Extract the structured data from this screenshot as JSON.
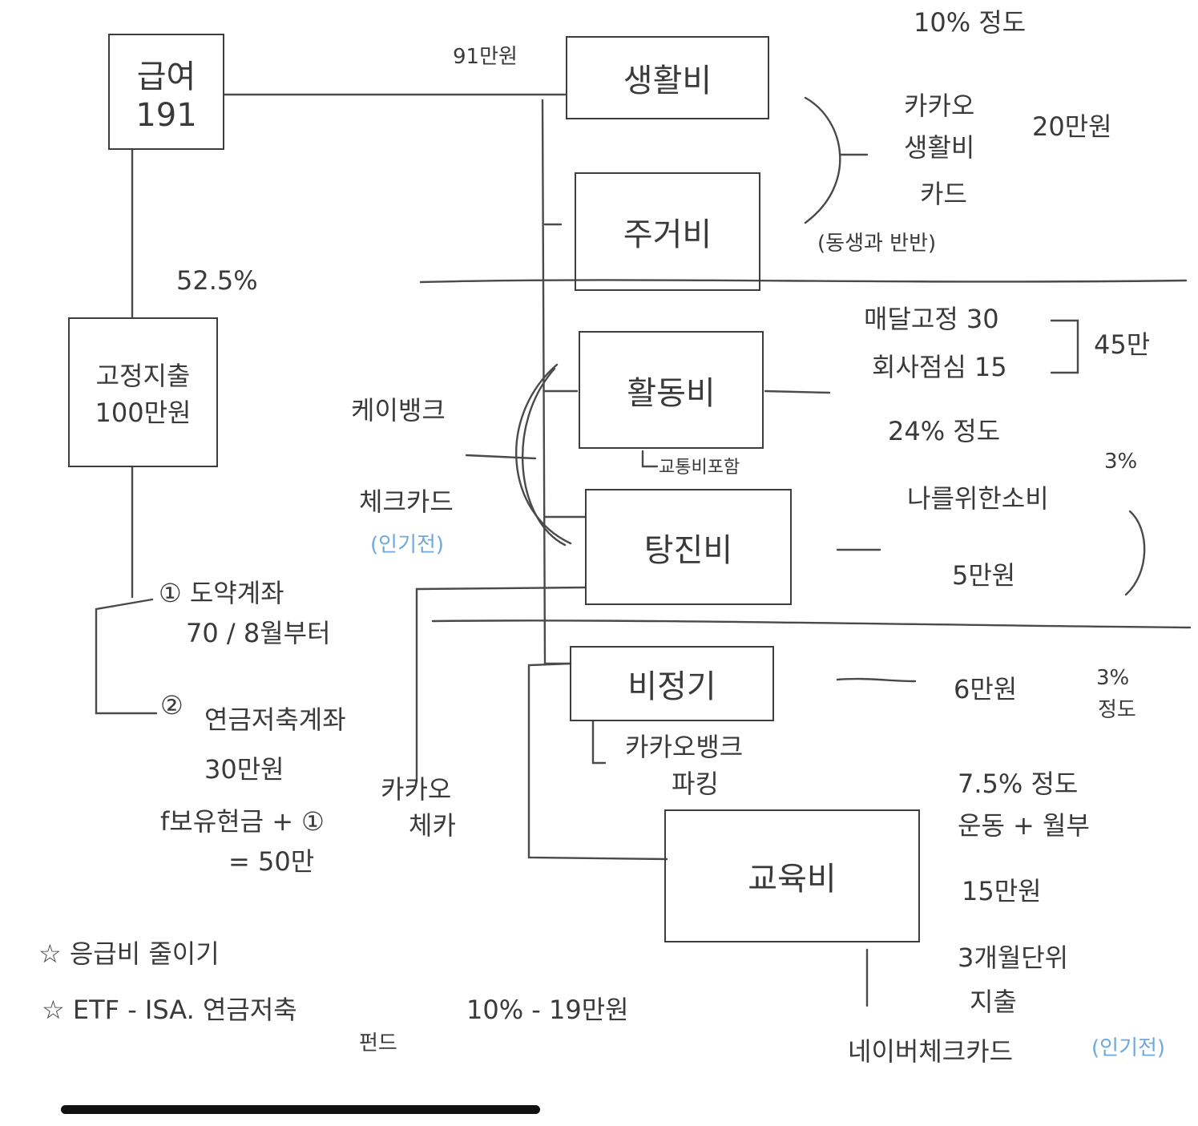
{
  "boxes": {
    "salary": {
      "line1": "급여",
      "line2": "191"
    },
    "fixed": {
      "line1": "고정지출",
      "line2": "100만원"
    },
    "living": {
      "label": "생활비"
    },
    "housing": {
      "label": "주거비"
    },
    "activity": {
      "label": "활동비"
    },
    "pleasure": {
      "label": "탕진비"
    },
    "irregular": {
      "label": "비정기"
    },
    "education": {
      "label": "교육비"
    }
  },
  "labels": {
    "amount_91": "91만원",
    "percent_52": "52.5%",
    "top_10pct": "10% 정도",
    "kakao_card": [
      "카카오",
      "생활비",
      "카드"
    ],
    "amount_20": "20만원",
    "split_note": "(동생과 반반)",
    "monthly_fixed": "매달고정 30",
    "company_lunch": "회사점심 15",
    "amount_45": "45만",
    "pct_24": "24% 정도",
    "transport_incl": "교통비포함",
    "kbank_card": [
      "케이뱅크",
      "체크카드"
    ],
    "kbank_card_note": "(인기전)",
    "pct_3_a": "3%",
    "self_spend": "나를위한소비",
    "amount_5": "5만원",
    "saving_1": "① 도약계좌",
    "saving_1_detail": "70 / 8월부터",
    "saving_2_num": "②",
    "saving_2": "연금저축계좌",
    "saving_2_amount": "30만원",
    "saving_extra": "f보유현금 + ①",
    "saving_extra_amount": "= 50만",
    "kakao_check": [
      "카카오",
      "체카"
    ],
    "amount_6": "6만원",
    "pct_3_b": [
      "3%",
      "정도"
    ],
    "kakaobank_parking": [
      "카카오뱅크",
      "파킹"
    ],
    "pct_75": "7.5% 정도",
    "exercise_plus": "운동 + 월부",
    "amount_15": "15만원",
    "quarterly": [
      "3개월단위",
      "지출"
    ],
    "naver_card": "네이버체크카드",
    "naver_card_note": "(인기전)",
    "note_1": "☆ 응급비 줄이기",
    "note_2": "☆ ETF - ISA. 연금저축",
    "note_2_fund": "펀드",
    "note_2_amount": "10% - 19만원"
  }
}
